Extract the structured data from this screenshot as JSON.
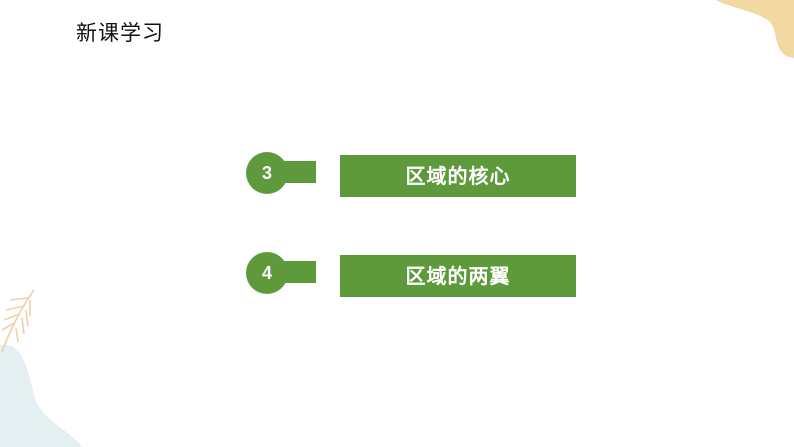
{
  "slide": {
    "title": "新课学习",
    "accent_color": "#5e9a3c",
    "items": [
      {
        "number": "3",
        "label": "区域的核心"
      },
      {
        "number": "4",
        "label": "区域的两翼"
      }
    ]
  }
}
